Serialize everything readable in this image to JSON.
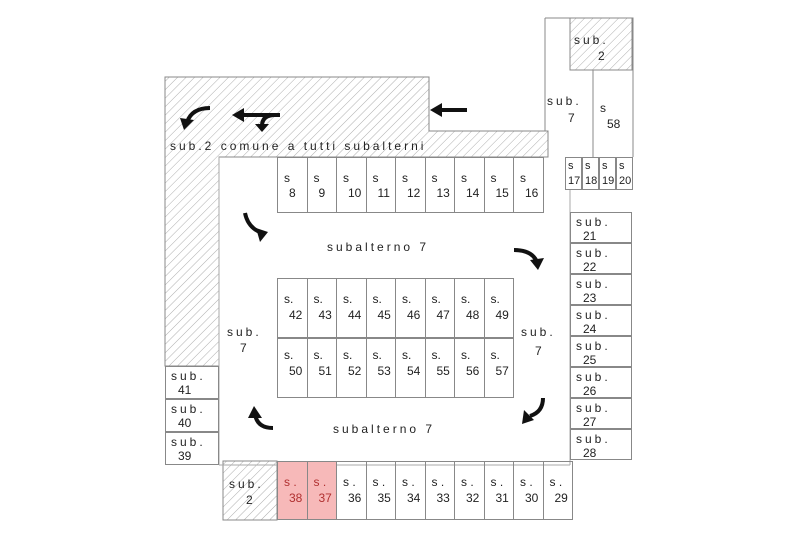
{
  "common_area_label": "sub.2 comune a tutti subalterni",
  "corridor_top_label": "subalterno 7",
  "corridor_bottom_label": "subalterno 7",
  "left_sub7": {
    "prefix": "sub.",
    "num": "7"
  },
  "right_sub7": {
    "prefix": "sub.",
    "num": "7"
  },
  "top_right_sub7": {
    "prefix": "sub.",
    "num": "7"
  },
  "top_right_sub2": {
    "prefix": "sub.",
    "num": "2"
  },
  "bottom_sub2": {
    "prefix": "sub.",
    "num": "2"
  },
  "s58": {
    "prefix": "s",
    "num": "58"
  },
  "small_stalls": [
    {
      "prefix": "s",
      "num": "17"
    },
    {
      "prefix": "s",
      "num": "18"
    },
    {
      "prefix": "s",
      "num": "19"
    },
    {
      "prefix": "s",
      "num": "20"
    }
  ],
  "top_row": [
    "8",
    "9",
    "10",
    "11",
    "12",
    "13",
    "14",
    "15",
    "16"
  ],
  "center_top_row": [
    "42",
    "43",
    "44",
    "45",
    "46",
    "47",
    "48",
    "49"
  ],
  "center_bottom_row": [
    "50",
    "51",
    "52",
    "53",
    "54",
    "55",
    "56",
    "57"
  ],
  "bottom_row": [
    {
      "num": "38",
      "highlight": true
    },
    {
      "num": "37",
      "highlight": true
    },
    {
      "num": "36"
    },
    {
      "num": "35"
    },
    {
      "num": "34"
    },
    {
      "num": "33"
    },
    {
      "num": "32"
    },
    {
      "num": "31"
    },
    {
      "num": "30"
    },
    {
      "num": "29"
    }
  ],
  "right_column": [
    "21",
    "22",
    "23",
    "24",
    "25",
    "26",
    "27",
    "28"
  ],
  "left_column": [
    "41",
    "40",
    "39"
  ],
  "stall_prefix": "s.",
  "sub_prefix": "sub.",
  "colors": {
    "highlight": "#f7b9b9",
    "highlight_text": "#b03030"
  }
}
